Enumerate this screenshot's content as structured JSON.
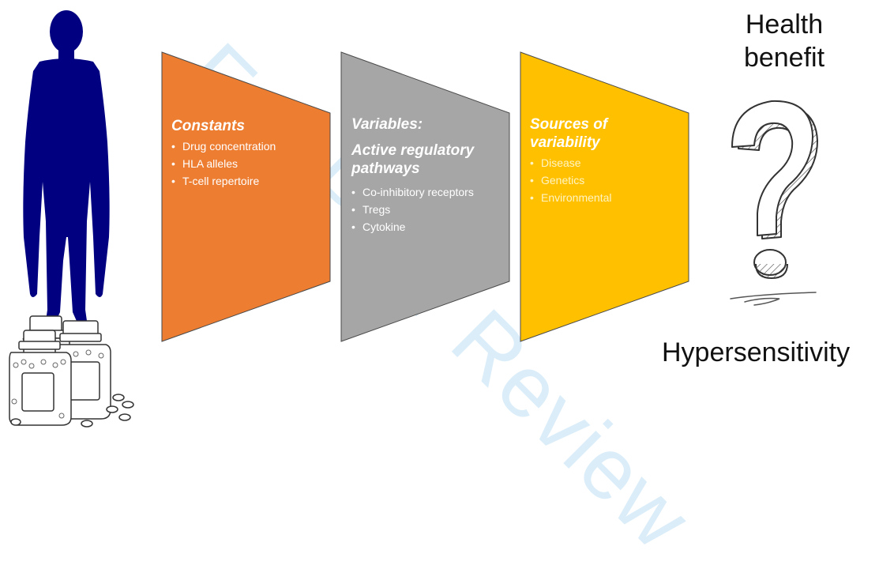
{
  "watermark": "For Peer Review",
  "panels": [
    {
      "heading": "Constants",
      "items": [
        "Drug concentration",
        "HLA alleles",
        "T-cell repertoire"
      ],
      "color": "#ED7D31"
    },
    {
      "heading": "Variables:",
      "subheading": "Active regulatory pathways",
      "items": [
        "Co-inhibitory receptors",
        "Tregs",
        "Cytokine"
      ],
      "color": "#A6A6A6"
    },
    {
      "heading": "Sources of variability",
      "items": [
        "Disease",
        "Genetics",
        "Environmental"
      ],
      "color": "#FFC000"
    }
  ],
  "outcomes": {
    "positive": "Health benefit",
    "negative": "Hypersensitivity"
  },
  "icons": [
    "human-silhouette-icon",
    "medicine-bottles-icon",
    "question-mark-icon"
  ],
  "colors": {
    "silhouette": "#000080",
    "watermark": "#cfe8f7"
  }
}
